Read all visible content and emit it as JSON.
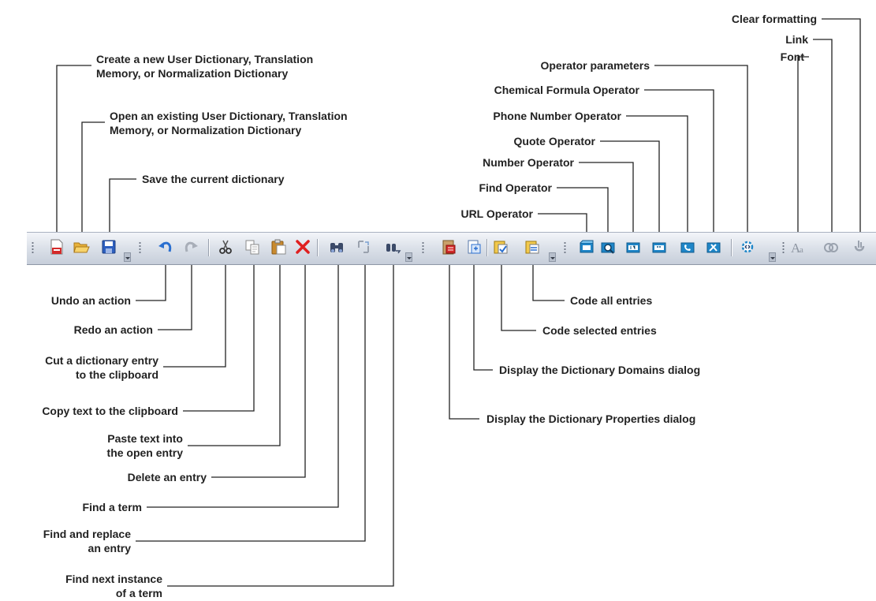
{
  "labels": {
    "create_new": [
      "Create a new User Dictionary, Translation",
      "Memory, or Normalization Dictionary"
    ],
    "open_existing": [
      "Open an existing User Dictionary, Translation",
      "Memory, or Normalization Dictionary"
    ],
    "save_current": "Save the current dictionary",
    "undo": "Undo an action",
    "redo": "Redo an action",
    "cut": [
      "Cut a dictionary entry",
      "to the clipboard"
    ],
    "copy": "Copy text to the clipboard",
    "paste": [
      "Paste text into",
      "the open entry"
    ],
    "delete": "Delete an entry",
    "find_term": "Find a term",
    "find_replace": [
      "Find and replace",
      "an entry"
    ],
    "find_next": [
      "Find next instance",
      "of a term"
    ],
    "code_all": "Code all entries",
    "code_selected": "Code selected entries",
    "domains_dialog": "Display the Dictionary Domains dialog",
    "properties_dialog": "Display the Dictionary Properties dialog",
    "url_operator": "URL Operator",
    "find_operator": "Find Operator",
    "number_operator": "Number Operator",
    "quote_operator": "Quote Operator",
    "phone_operator": "Phone Number Operator",
    "chemical_operator": "Chemical Formula Operator",
    "operator_parameters": "Operator parameters",
    "font": "Font",
    "link": "Link",
    "clear_formatting": "Clear formatting"
  },
  "icons": {
    "new": "new-dictionary-icon",
    "open": "open-folder-icon",
    "save": "floppy-save-icon",
    "undo": "undo-arrow-icon",
    "redo": "redo-arrow-icon",
    "cut": "scissors-icon",
    "copy": "copy-icon",
    "paste": "clipboard-paste-icon",
    "delete": "red-x-delete-icon",
    "find": "binoculars-icon",
    "replace": "find-replace-icon",
    "find_next": "find-next-icon",
    "properties": "dictionary-properties-icon",
    "domains": "dictionary-domains-icon",
    "code_selected": "code-selected-icon",
    "code_all": "code-all-icon",
    "url": "url-operator-icon",
    "find_op": "find-operator-icon",
    "number_op": "number-operator-icon",
    "quote_op": "quote-operator-icon",
    "phone_op": "phone-operator-icon",
    "chemical_op": "chemical-operator-icon",
    "op_params": "operator-parameters-icon",
    "font": "font-icon",
    "link": "link-icon",
    "clear": "clear-formatting-icon"
  },
  "colors": {
    "line": "#222222",
    "toolbar_top": "#f3f5f9",
    "toolbar_bottom": "#c7ceda",
    "delete_red": "#e02020",
    "operator_blue": "#1f86c8"
  }
}
